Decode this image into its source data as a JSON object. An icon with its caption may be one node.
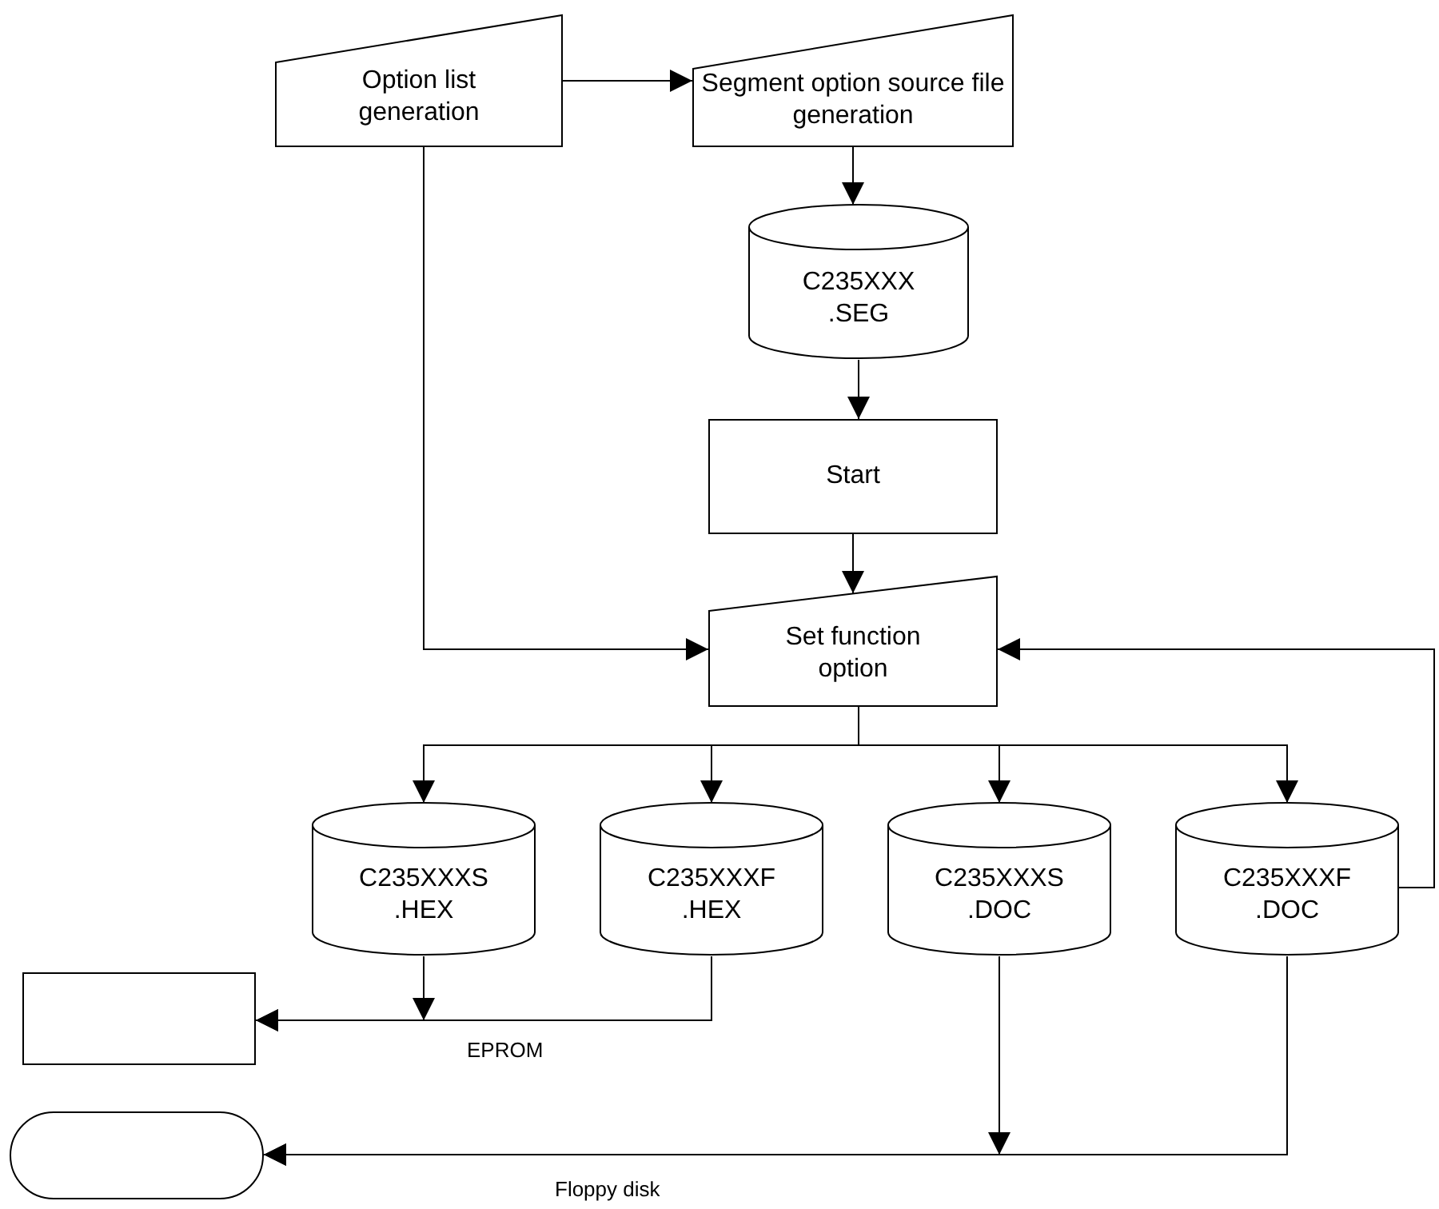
{
  "diagram": {
    "nodes": [
      {
        "text": [
          "Option list generation"
        ]
      },
      {
        "text": [
          "Segment option source file generation"
        ]
      },
      {
        "text": [
          "C235XXX .SEG"
        ]
      },
      {
        "text": [
          "Start"
        ]
      },
      {
        "text": [
          "Set function option"
        ]
      },
      {
        "text": [
          "C235XXXS .HEX"
        ]
      },
      {
        "text": [
          "C235XXXF .HEX"
        ]
      },
      {
        "text": [
          "C235XXXS .DOC"
        ]
      },
      {
        "text": [
          "C235XXXF .DOC"
        ]
      },
      {
        "text": [],
        "shape": "box"
      },
      {
        "text": [],
        "shape": "oval"
      }
    ],
    "edges": [
      {
        "from": 0,
        "to": 1,
        "arrow": "to"
      },
      {
        "from": 1,
        "to": 2,
        "arrow": "to"
      },
      {
        "from": 2,
        "to": 3,
        "arrow": "to"
      },
      {
        "from": 3,
        "to": 4,
        "arrow": "to"
      },
      {
        "from": 0,
        "to": 4,
        "arrow": "to"
      },
      {
        "from": 8,
        "to": 4,
        "arrow": "to"
      },
      {
        "from": 4,
        "to": 5,
        "arrow": "to"
      },
      {
        "from": 4,
        "to": 6,
        "arrow": "to"
      },
      {
        "from": 4,
        "to": 7,
        "arrow": "to"
      },
      {
        "from": 4,
        "to": 8,
        "arrow": "to"
      },
      {
        "from": 5,
        "to": 9,
        "arrow": "to",
        "label": "EPROM"
      },
      {
        "from": 6,
        "to": 9,
        "arrow": "to"
      },
      {
        "from": 7,
        "to": 10,
        "arrow": "to",
        "label": "Floppy disk"
      },
      {
        "from": 8,
        "to": 10,
        "arrow": "to"
      }
    ]
  }
}
